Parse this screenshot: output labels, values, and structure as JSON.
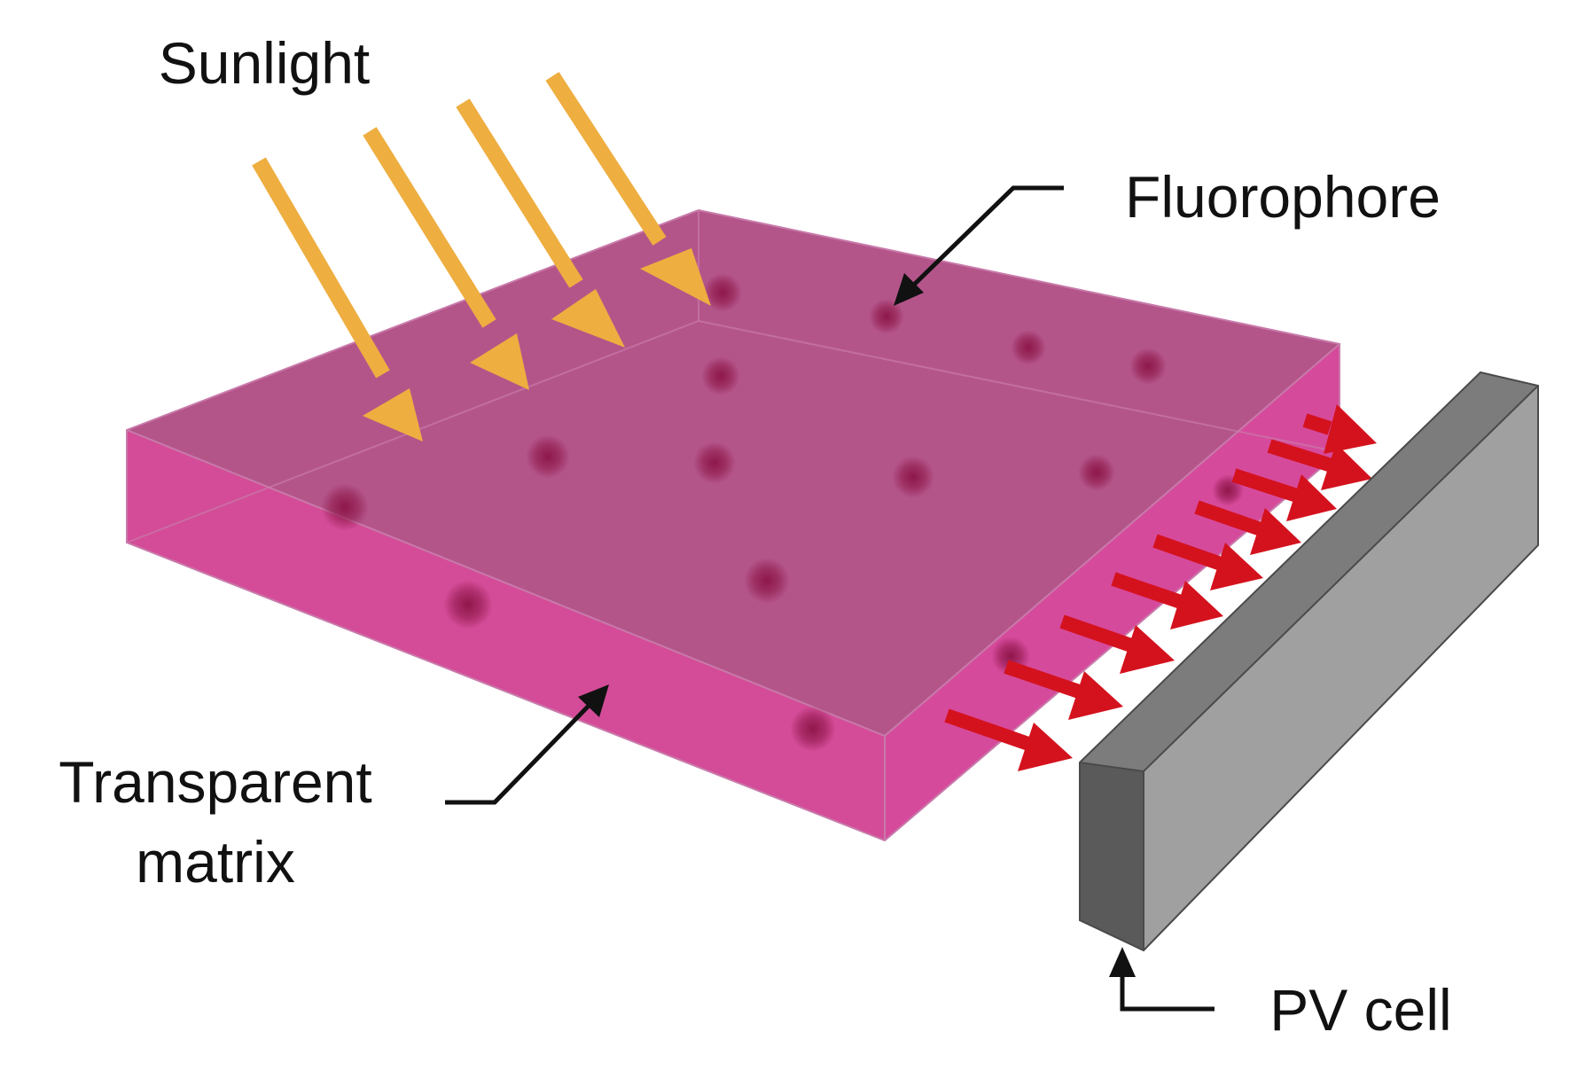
{
  "labels": {
    "sunlight": "Sunlight",
    "fluorophore": "Fluorophore",
    "transparent_line1": "Transparent",
    "transparent_line2": "matrix",
    "pv_cell": "PV cell"
  },
  "icons": {
    "incoming_light": "arrow-down-right-icon",
    "emitted_light": "arrow-right-icon",
    "pointer": "arrow-pointer-icon"
  },
  "colors": {
    "slab_top": "#b4558a",
    "slab_front": "#d44c98",
    "slab_side": "#d64a9c",
    "slab_edge": "#c87aaa",
    "fluorophore_dot": "#8c1446",
    "sunlight_arrow": "#eeae40",
    "emission_arrow": "#d4121e",
    "pv_front": "#5a5a5a",
    "pv_top": "#7c7c7c",
    "pv_side": "#a0a0a0",
    "pointer": "#111111",
    "text": "#111111"
  }
}
